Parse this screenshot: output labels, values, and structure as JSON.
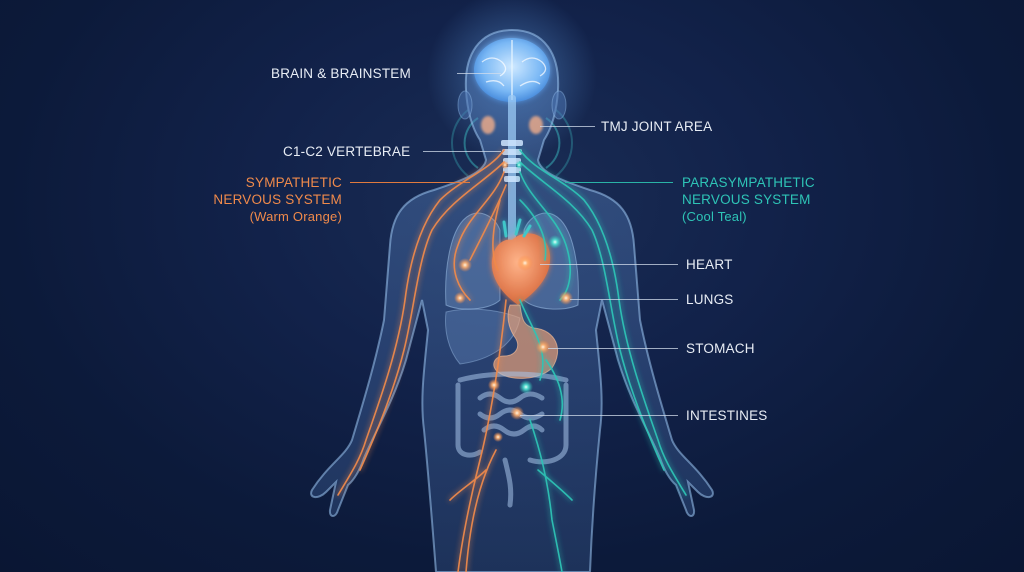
{
  "colors": {
    "background": "#0c1a3a",
    "sympathetic": "#f08a4b",
    "parasympathetic": "#2ec4b6",
    "label_text": "#e8edf5",
    "body_glow": "#7fb6ee"
  },
  "labels": {
    "brain": "BRAIN & BRAINSTEM",
    "tmj": "TMJ JOINT AREA",
    "vertebrae": "C1-C2 VERTEBRAE",
    "sympathetic": {
      "line1": "SYMPATHETIC",
      "line2": "NERVOUS SYSTEM",
      "line3": "(Warm Orange)"
    },
    "parasympathetic": {
      "line1": "PARASYMPATHETIC",
      "line2": "NERVOUS SYSTEM",
      "line3": "(Cool Teal)"
    },
    "heart": "HEART",
    "lungs": "LUNGS",
    "stomach": "STOMACH",
    "intestines": "INTESTINES"
  }
}
